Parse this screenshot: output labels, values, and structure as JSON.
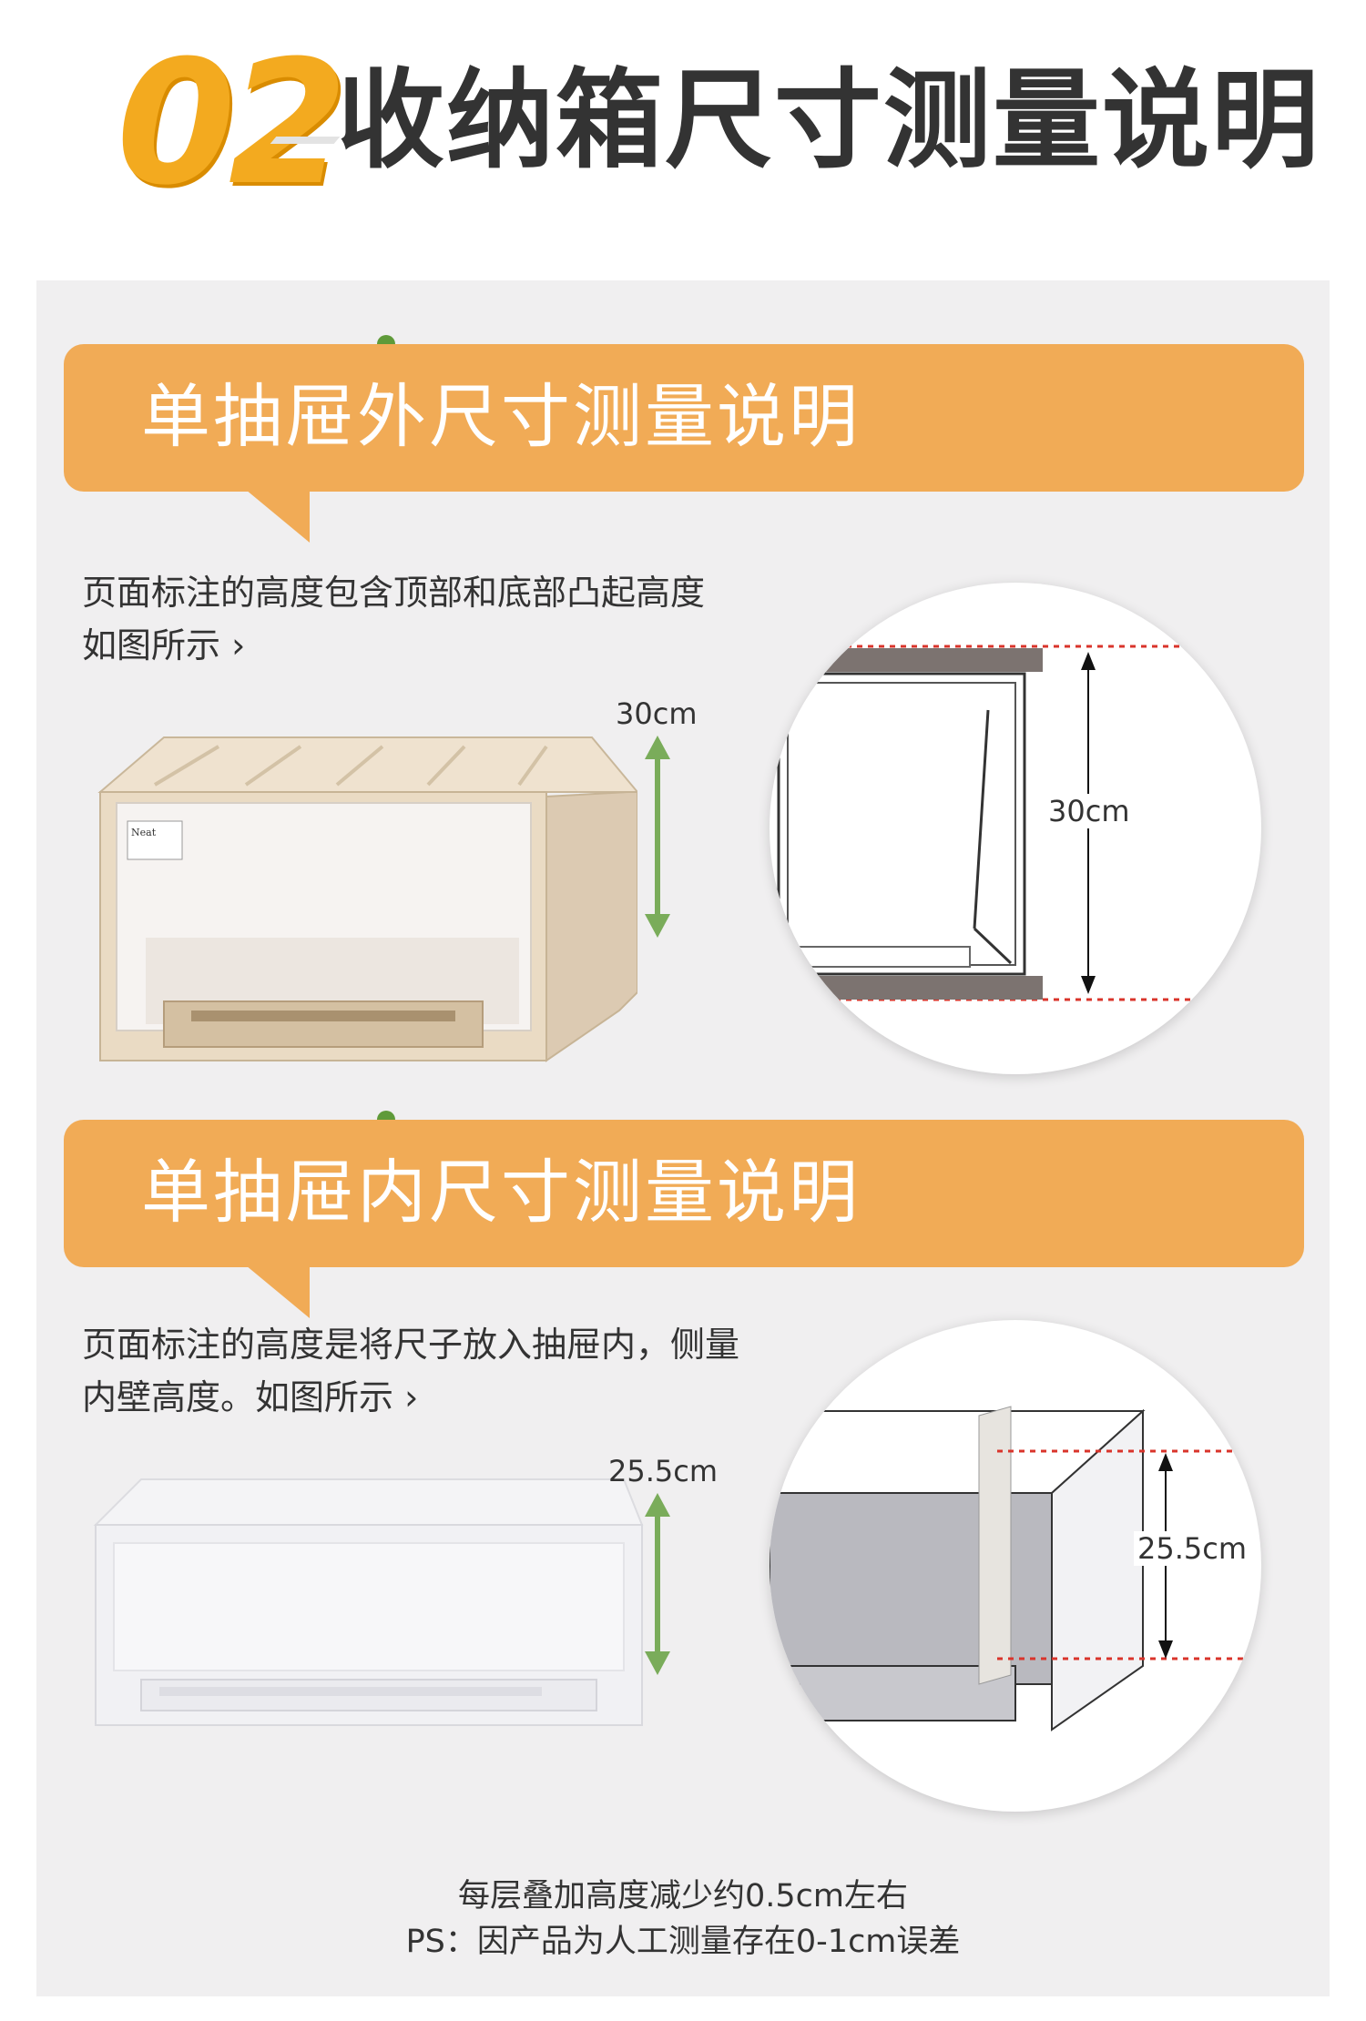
{
  "header": {
    "number": "02",
    "title": "收纳箱尺寸测量说明"
  },
  "outer_section": {
    "banner": "单抽屉外尺寸测量说明",
    "desc_line1": "页面标注的高度包含顶部和底部凸起高度",
    "desc_line2": "如图所示 ›",
    "height_label": "30cm",
    "zoom_height_label": "30cm",
    "label_text": "Neat"
  },
  "inner_section": {
    "banner": "单抽屉内尺寸测量说明",
    "desc_line1": "页面标注的高度是将尺子放入抽屉内，侧量",
    "desc_line2": "内壁高度。如图所示 ›",
    "height_label": "25.5cm",
    "zoom_height_label": "25.5cm"
  },
  "footer": {
    "line1": "每层叠加高度减少约0.5cm左右",
    "line2": "PS：因产品为人工测量存在0-1cm误差"
  },
  "colors": {
    "accent_orange": "#f1ab56",
    "number_gold": "#f3aa1f",
    "arrow_green": "#7aac5a",
    "dot_green": "#5f9a39",
    "dashed_red": "#d9342b"
  }
}
